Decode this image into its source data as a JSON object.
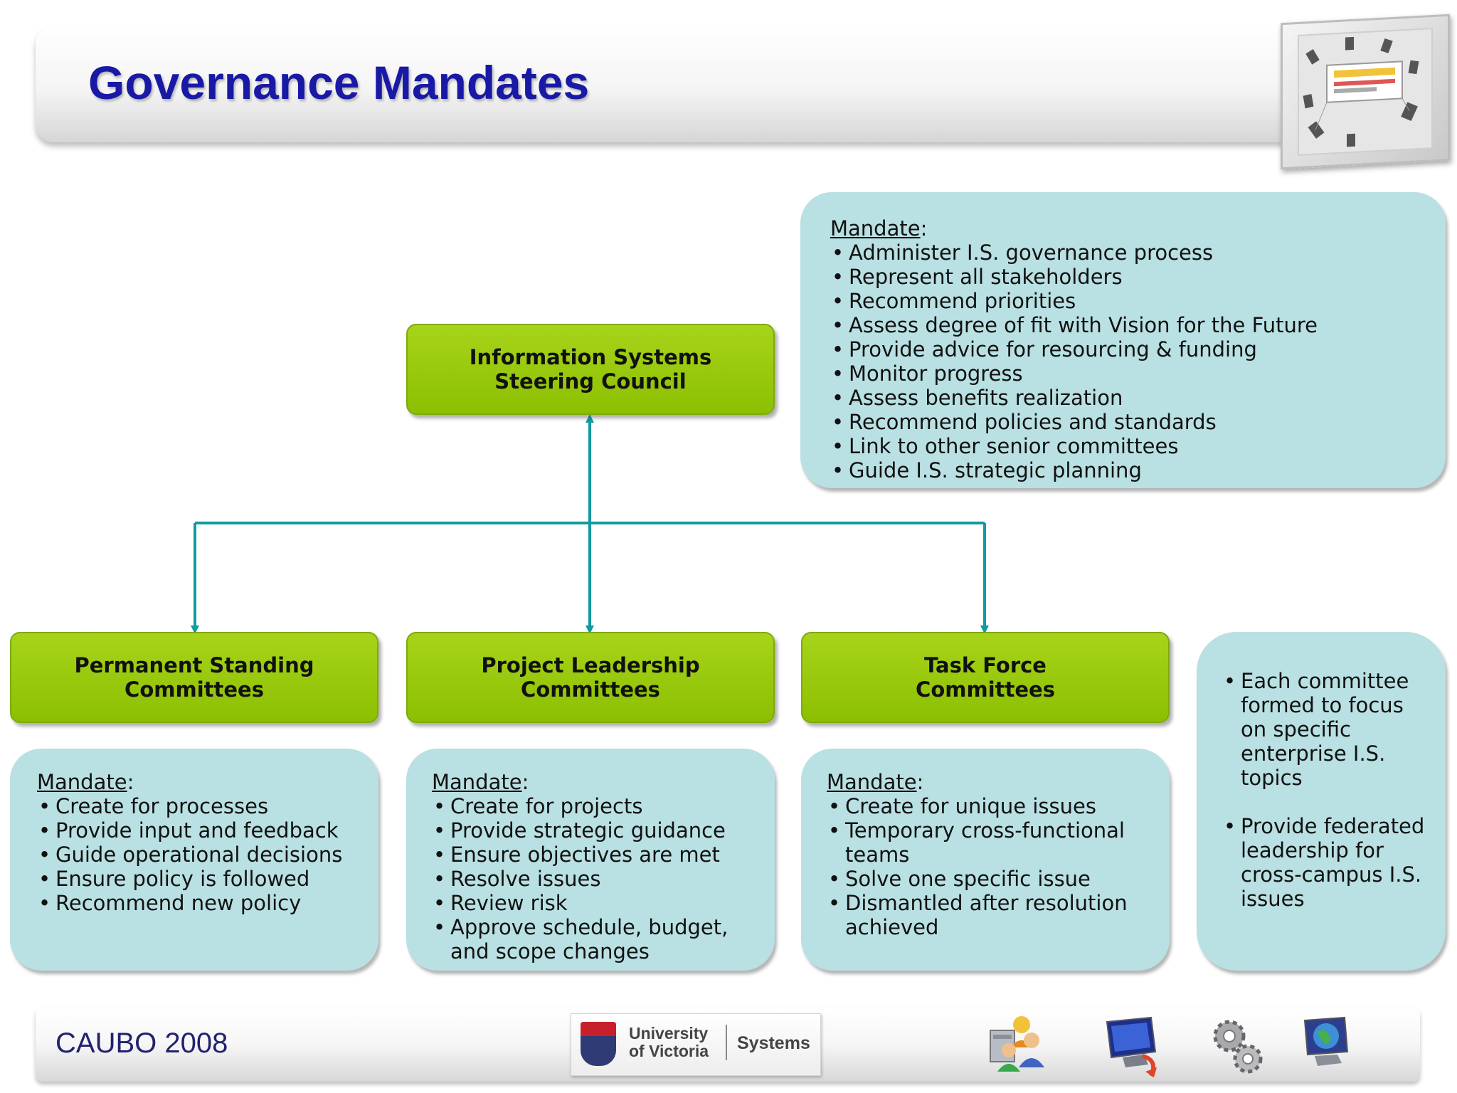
{
  "header": {
    "title": "Governance Mandates"
  },
  "council": {
    "name": "Information Systems\nSteering Council",
    "mandate_label": "Mandate",
    "mandate_items": [
      "Administer I.S. governance process",
      "Represent all stakeholders",
      "Recommend priorities",
      "Assess degree of fit with Vision for the Future",
      "Provide advice for resourcing & funding",
      "Monitor progress",
      "Assess benefits realization",
      "Recommend policies and standards",
      "Link to other senior committees",
      "Guide I.S. strategic planning"
    ]
  },
  "committees": [
    {
      "name": "Permanent Standing\nCommittees",
      "mandate_label": "Mandate",
      "mandate_items": [
        "Create for processes",
        "Provide input and feedback",
        "Guide operational decisions",
        "Ensure policy is followed",
        "Recommend new policy"
      ]
    },
    {
      "name": "Project Leadership\nCommittees",
      "mandate_label": "Mandate",
      "mandate_items": [
        "Create for projects",
        "Provide strategic guidance",
        "Ensure objectives are met",
        "Resolve issues",
        "Review risk",
        "Approve schedule, budget, and scope changes"
      ]
    },
    {
      "name": "Task Force\nCommittees",
      "mandate_label": "Mandate",
      "mandate_items": [
        "Create for unique issues",
        "Temporary cross-functional teams",
        "Solve one specific issue",
        "Dismantled after resolution achieved"
      ]
    }
  ],
  "side_note": {
    "items": [
      "Each committee formed to focus on specific enterprise I.S. topics",
      "Provide federated leadership for cross-campus I.S. issues"
    ]
  },
  "footer": {
    "event": "CAUBO 2008",
    "logo_name_line1": "University",
    "logo_name_line2": "of Victoria",
    "logo_dept": "Systems",
    "icons": [
      "people-icon",
      "monitor-icon",
      "gears-icon",
      "computer-globe-icon"
    ]
  },
  "colors": {
    "title": "#1919a6",
    "green_box": "#9bcb0b",
    "teal_box": "#b9e0e2",
    "connector": "#109aa1"
  }
}
